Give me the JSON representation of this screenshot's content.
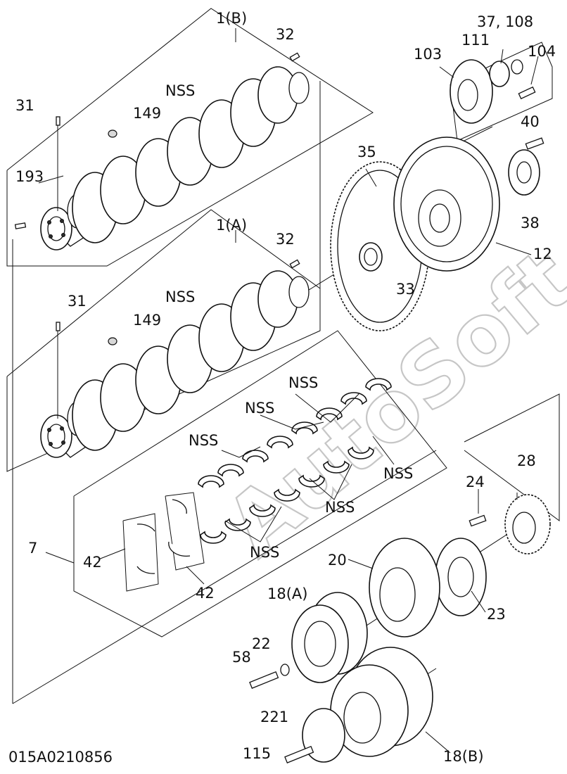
{
  "diagram": {
    "code": "015A0210856",
    "watermark": "AutoSoft",
    "labels": {
      "crankshaft_b": "1(B)",
      "crankshaft_a": "1(A)",
      "bearing_kit": "7",
      "thrust_washer": "42",
      "thrust_washer_b": "42",
      "pin_31": "31",
      "pin_31b": "31",
      "pin_32": "32",
      "pin_32b": "32",
      "plug_149": "149",
      "plug_149b": "149",
      "dowel_193": "193",
      "nss_crank_b": "NSS",
      "nss_crank_a": "NSS",
      "nss_1": "NSS",
      "nss_2": "NSS",
      "nss_3": "NSS",
      "nss_4": "NSS",
      "nss_5": "NSS",
      "nss_6": "NSS",
      "gear_35": "35",
      "flywheel_12": "12",
      "bearing_33": "33",
      "bolt_40": "40",
      "plate_38": "38",
      "seal_37_108": "37, 108",
      "bearing_111": "111",
      "housing_103": "103",
      "bolt_104": "104",
      "gear_28": "28",
      "bolt_24": "24",
      "damper_20": "20",
      "plate_23": "23",
      "pulley_18a": "18(A)",
      "washer_22": "22",
      "bolt_58": "58",
      "cover_221": "221",
      "bolt_115": "115",
      "pulley_18b": "18(B)"
    }
  }
}
